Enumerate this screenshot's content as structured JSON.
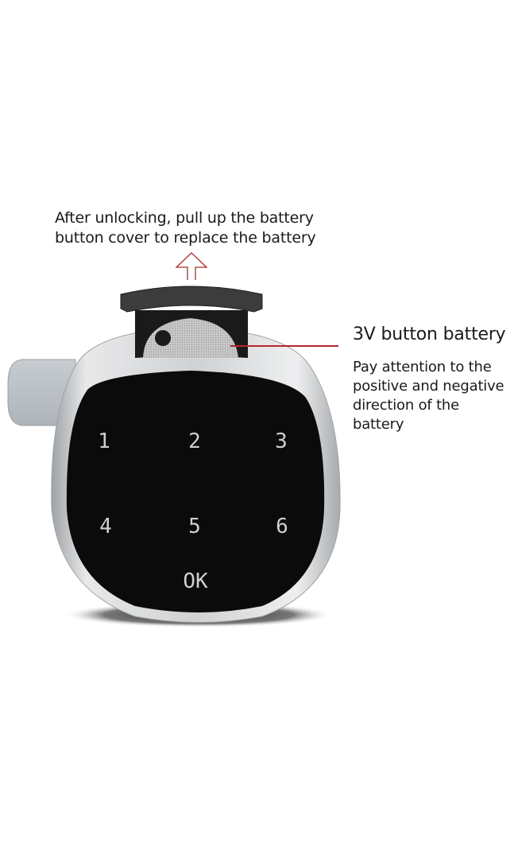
{
  "annotations": {
    "top_caption": "After unlocking, pull up the battery button cover to replace the battery",
    "callout_title": "3V button battery",
    "callout_body": "Pay attention to the positive and negative direction of the battery"
  },
  "keypad": {
    "keys": [
      "1",
      "2",
      "3",
      "4",
      "5",
      "6",
      "OK"
    ]
  },
  "colors": {
    "accent_arrow": "#b3282d",
    "panel": "#0b0b0b",
    "housing": "#d9dadb",
    "key_text": "#cfcfcf"
  }
}
